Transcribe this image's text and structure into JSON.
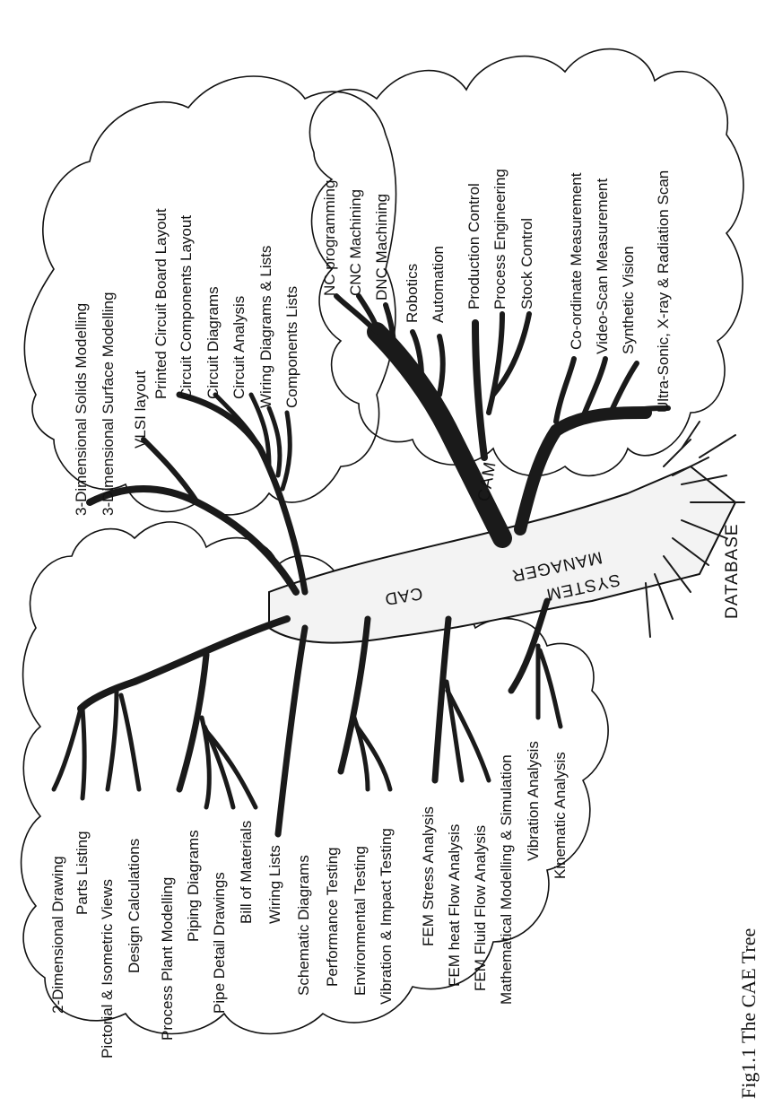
{
  "figure": {
    "caption": "Fig1.1  The CAE Tree",
    "trunk": {
      "cad": "CAD",
      "cam": "CAM",
      "system_manager_line1": "SYSTEM",
      "system_manager_line2": "MANAGER",
      "database": "DATABASE"
    },
    "upper_left_labels": [
      "3-Dimensional Solids Modelling",
      "3-Dimensional Surface Modelling",
      "VLSI layout",
      "Printed Circuit Board Layout",
      "Circuit Components Layout",
      "Circuit Diagrams",
      "Circuit Analysis",
      "Wiring Diagrams & Lists",
      "Components Lists"
    ],
    "upper_right_labels": [
      "NC programming",
      "CNC Machining",
      "DNC Machining",
      "Robotics",
      "Automation",
      "Production Control",
      "Process Engineering",
      "Stock Control",
      "Co-ordinate Measurement",
      "Video-Scan Measurement",
      "Synthetic Vision",
      "Ultra-Sonic, X-ray & Radiation Scan"
    ],
    "lower_labels": [
      "2-Dimensional Drawing",
      "Parts Listing",
      "Pictorial & Isometric Views",
      "Design Calculations",
      "Process Plant Modelling",
      "Piping Diagrams",
      "Pipe Detail Drawings",
      "Bill of Materials",
      "Wiring Lists",
      "Schematic Diagrams",
      "Performance Testing",
      "Environmental Testing",
      "Vibration & Impact Testing",
      "FEM Stress Analysis",
      "FEM heat Flow Analysis",
      "FEM Fluid Flow Analysis",
      "Mathematical Modelling & Simulation",
      "Vibration Analysis",
      "Kinematic Analysis"
    ]
  }
}
